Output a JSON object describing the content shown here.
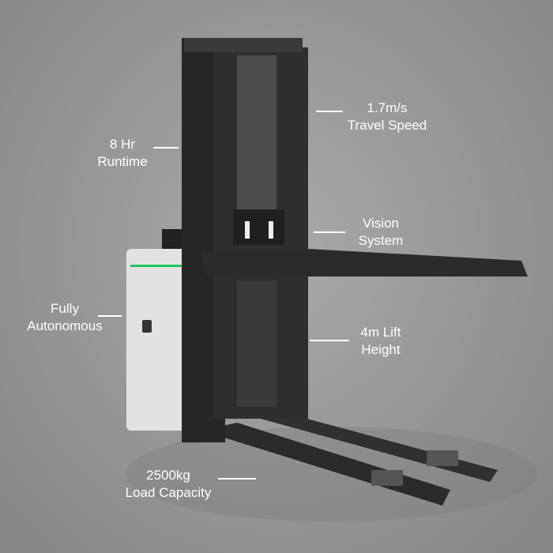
{
  "callouts": {
    "travel_speed": {
      "value": "1.7m/s",
      "caption": "Travel Speed"
    },
    "runtime": {
      "value": "8 Hr",
      "caption": "Runtime"
    },
    "vision": {
      "value": "Vision",
      "caption": "System"
    },
    "autonomous": {
      "value": "Fully",
      "caption": "Autonomous"
    },
    "lift_height": {
      "value": "4m Lift",
      "caption": "Height"
    },
    "load_capacity": {
      "value": "2500kg",
      "caption": "Load Capacity"
    }
  },
  "colors": {
    "frame": "#2a2a2a",
    "body": "#e4e4e4",
    "accent": "#22c55e",
    "text": "#ffffff"
  }
}
